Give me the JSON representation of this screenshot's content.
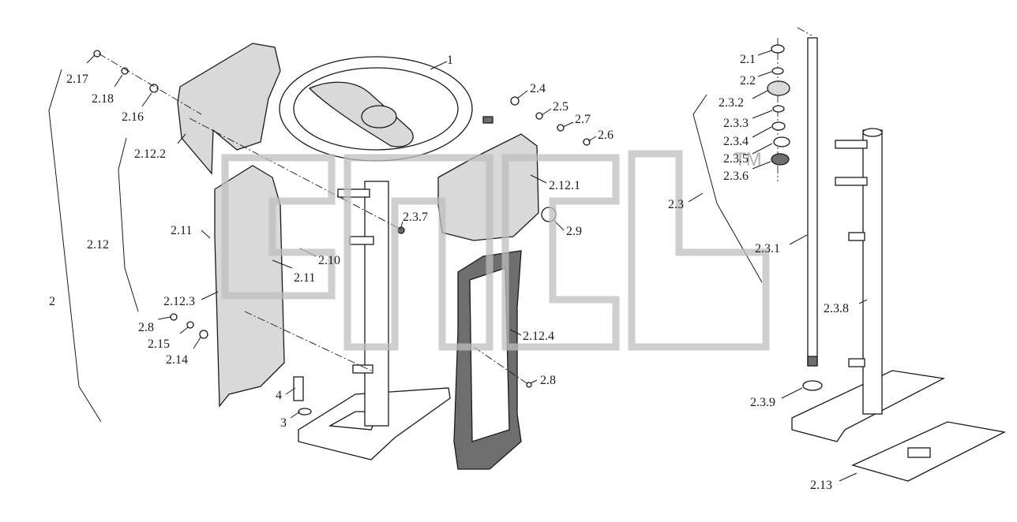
{
  "diagram": {
    "callouts": [
      "1",
      "2",
      "2.1",
      "2.2",
      "2.3",
      "2.3.1",
      "2.3.2",
      "2.3.3",
      "2.3.4",
      "2.3.5",
      "2.3.6",
      "2.3.7",
      "2.3.8",
      "2.3.9",
      "2.4",
      "2.5",
      "2.6",
      "2.7",
      "2.8",
      "2.8",
      "2.9",
      "2.10",
      "2.11",
      "2.11",
      "2.12",
      "2.12.1",
      "2.12.2",
      "2.12.3",
      "2.12.4",
      "2.13",
      "2.14",
      "2.15",
      "2.16",
      "2.17",
      "2.18",
      "3",
      "4"
    ],
    "watermark": {
      "text": "TM"
    }
  }
}
